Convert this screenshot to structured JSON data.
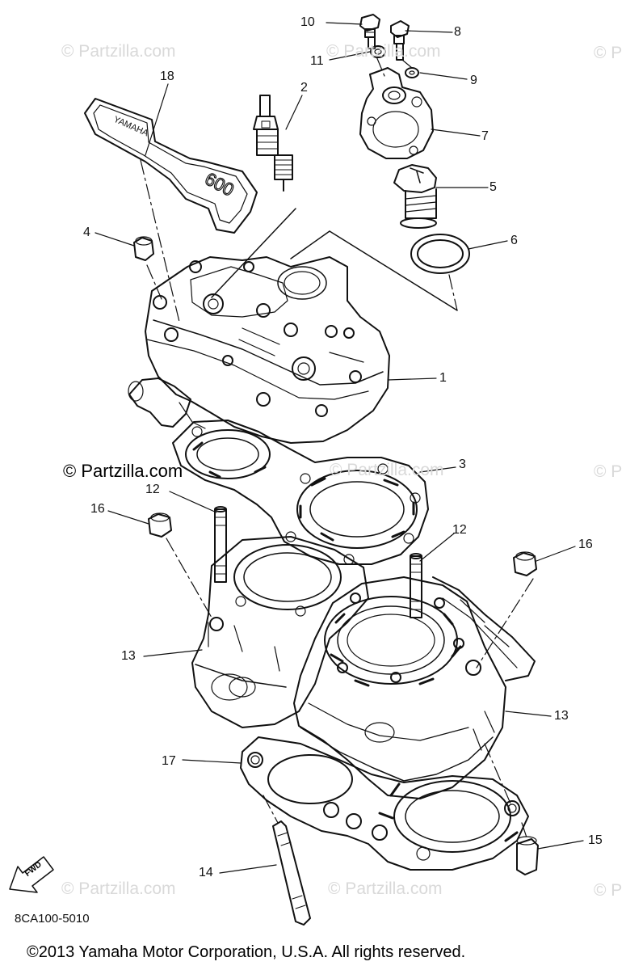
{
  "diagram": {
    "part_code": "8CA100-5010",
    "copyright": "©2013  Yamaha Motor Corporation, U.S.A. All rights reserved.",
    "fwd_label": "FWD",
    "gasket_text_1": "YAMAHA",
    "gasket_text_2": "600",
    "watermark": "© Partzilla.com",
    "watermark_partial": "© P",
    "callouts": [
      "1",
      "2",
      "3",
      "4",
      "5",
      "6",
      "7",
      "8",
      "9",
      "10",
      "11",
      "12",
      "12",
      "13",
      "13",
      "14",
      "15",
      "16",
      "16",
      "17",
      "18"
    ]
  }
}
